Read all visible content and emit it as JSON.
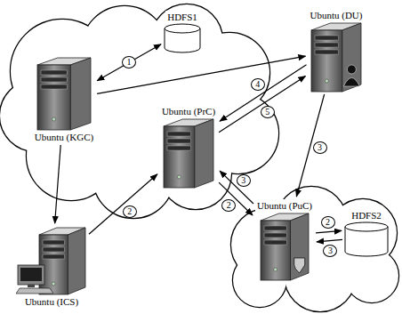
{
  "diagram": {
    "nodes": [
      {
        "text": [
          "Ubuntu (KGC)"
        ]
      },
      {
        "text": [
          "HDFS1"
        ]
      },
      {
        "text": [
          "Ubuntu (DU)"
        ]
      },
      {
        "text": [
          "Ubuntu (PrC)"
        ]
      },
      {
        "text": [
          "Ubuntu (ICS)"
        ]
      },
      {
        "text": [
          "Ubuntu (PuC)"
        ]
      },
      {
        "text": [
          "HDFS2"
        ]
      }
    ],
    "edges": [
      {
        "from": 0,
        "to": 1,
        "label": "1",
        "arrow": "both"
      },
      {
        "from": 0,
        "to": 2,
        "arrow": "to"
      },
      {
        "from": 0,
        "to": 4,
        "arrow": "to"
      },
      {
        "from": 4,
        "to": 3,
        "label": "2",
        "arrow": "to"
      },
      {
        "from": 2,
        "to": 3,
        "label": "4",
        "arrow": "to"
      },
      {
        "from": 3,
        "to": 2,
        "label": "5",
        "arrow": "to"
      },
      {
        "from": 2,
        "to": 5,
        "label": "3",
        "arrow": "to"
      },
      {
        "from": 3,
        "to": 5,
        "label": "2",
        "arrow": "to"
      },
      {
        "from": 5,
        "to": 3,
        "label": "3",
        "arrow": "to"
      },
      {
        "from": 5,
        "to": 6,
        "label": "2",
        "arrow": "to"
      },
      {
        "from": 6,
        "to": 5,
        "label": "3",
        "arrow": "to"
      }
    ]
  }
}
